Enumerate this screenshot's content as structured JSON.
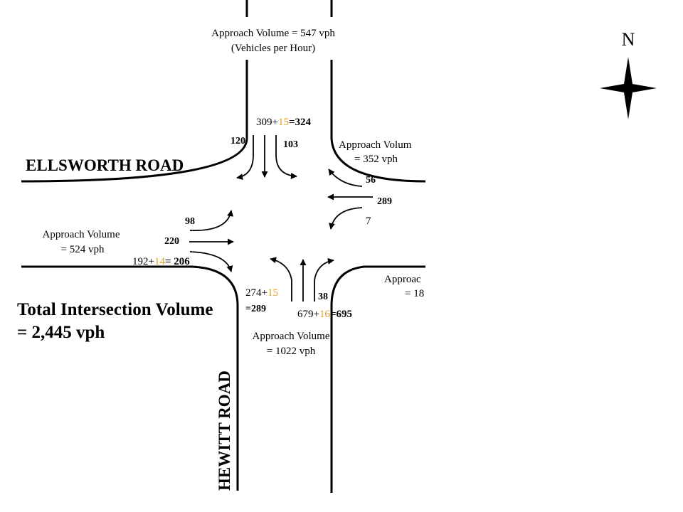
{
  "compass": {
    "label": "N",
    "icon": "compass-star-icon"
  },
  "roads": {
    "east_west": "ELLSWORTH ROAD",
    "north_south": "HEWITT ROAD"
  },
  "total": {
    "line1": "Total Intersection Volume",
    "line2": "= 2,445 vph"
  },
  "colors": {
    "added": "#E0A020",
    "ink": "#000000"
  },
  "north": {
    "approach_line1": "Approach Volume = 547 vph",
    "approach_line2": "(Vehicles per Hour)",
    "through_base": "309+",
    "through_add": "15",
    "through_total": "=324",
    "left": "120",
    "right": "103"
  },
  "east": {
    "approach_line1": "Approach Volum",
    "approach_line2": "= 352 vph",
    "right": "56",
    "through": "289",
    "left": "7"
  },
  "west": {
    "approach_line1": "Approach Volume",
    "approach_line2": "= 524 vph",
    "left": "98",
    "through": "220",
    "right_base": "192+",
    "right_add": "14",
    "right_total": "= 206"
  },
  "south": {
    "approach_line1": "Approach Volume",
    "approach_line2": "= 1022 vph",
    "left_base": "274+",
    "left_add": "15",
    "left_total": "=289",
    "right": "38",
    "through_base": "679+",
    "through_add": "16",
    "through_total": "=695"
  },
  "southeast": {
    "approach_line1": "Approac",
    "approach_line2": "= 18"
  }
}
